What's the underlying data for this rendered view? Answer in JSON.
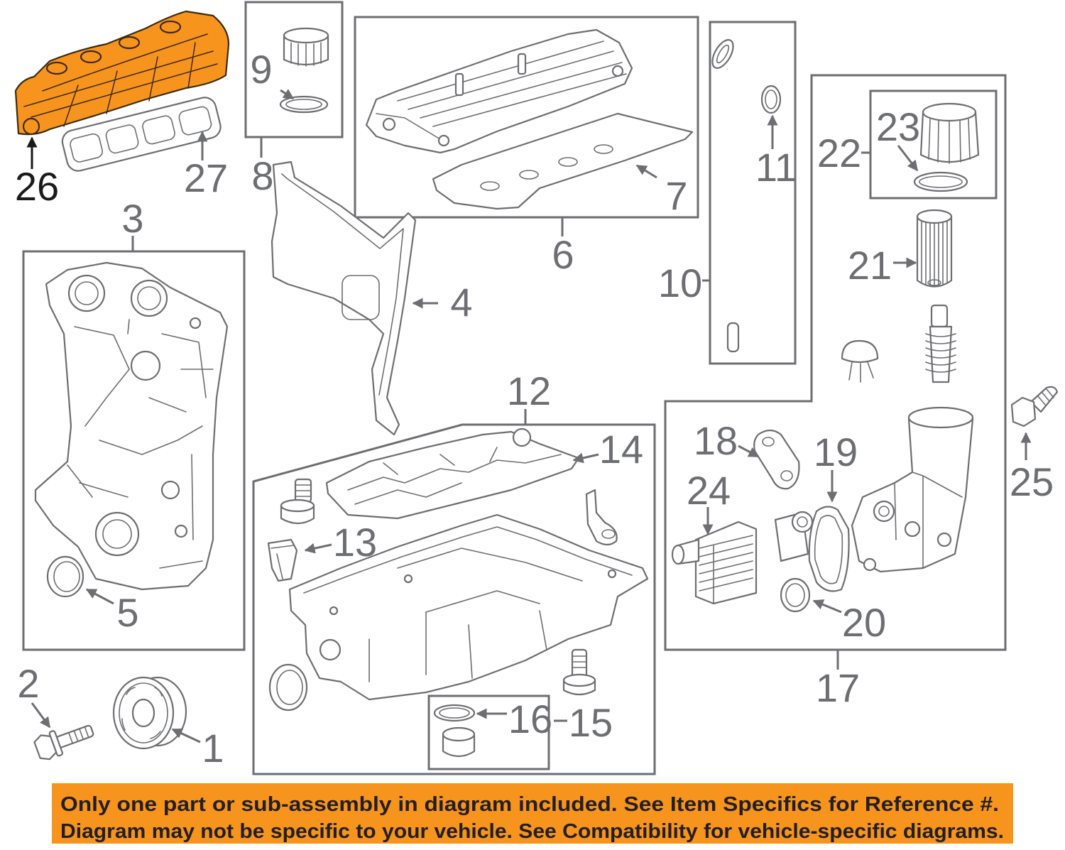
{
  "diagram": {
    "callouts": [
      "1",
      "2",
      "3",
      "4",
      "5",
      "6",
      "7",
      "8",
      "9",
      "10",
      "11",
      "12",
      "13",
      "14",
      "15",
      "16",
      "17",
      "18",
      "19",
      "20",
      "21",
      "22",
      "23",
      "24",
      "25",
      "26",
      "27"
    ],
    "highlighted_callout": "26",
    "colors": {
      "line": "#6D6E71",
      "highlight": "#F7941D",
      "highlight_outline": "#3B2A14",
      "highlight_callout": "#1A1A1A",
      "background": "#FFFFFF"
    }
  },
  "banner": {
    "line1": "Only one part or sub-assembly in diagram included. See Item Specifics for Reference #.",
    "line2": "Diagram may not be specific to your vehicle. See Compatibility for vehicle-specific diagrams.",
    "background": "#F7941D",
    "text_color": "#231F20"
  }
}
